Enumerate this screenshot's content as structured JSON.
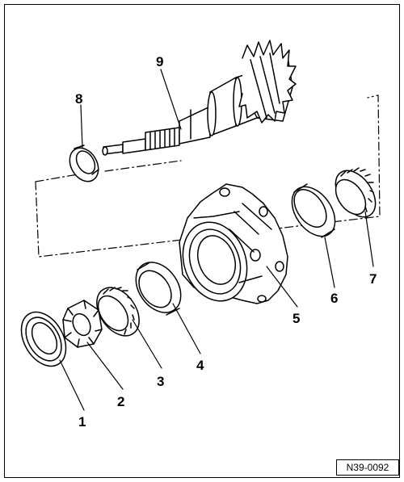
{
  "figure": {
    "reference_code": "N39-0092",
    "callouts": [
      "1",
      "2",
      "3",
      "4",
      "5",
      "6",
      "7",
      "8",
      "9"
    ]
  }
}
